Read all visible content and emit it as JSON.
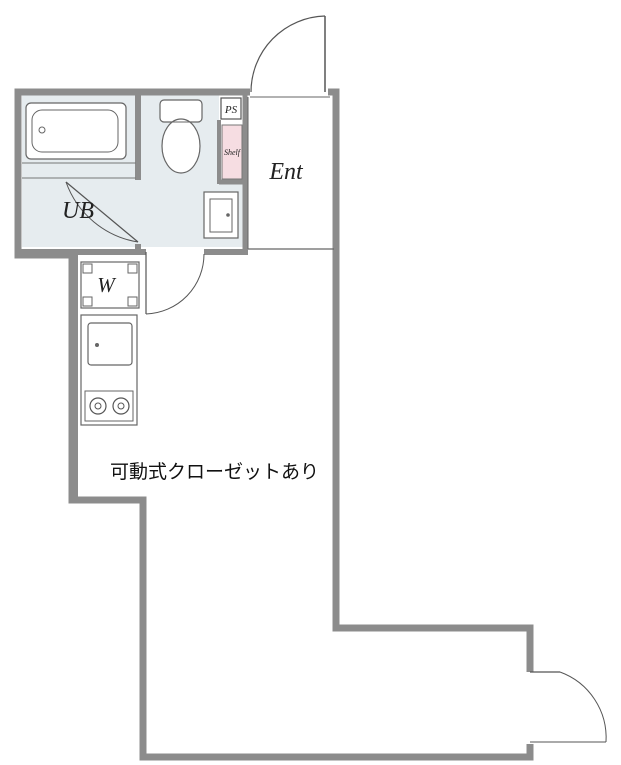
{
  "floor_plan": {
    "rooms": {
      "bath": {
        "label": "UB",
        "fill": "#e6ecef"
      },
      "toilet": {
        "fill": "#e6ecef"
      },
      "pipe_space": {
        "label": "PS"
      },
      "shelf": {
        "label": "Shelf",
        "fill": "#f6dde2"
      },
      "entrance": {
        "label": "Ent"
      },
      "washer": {
        "label": "W"
      },
      "main_room": {
        "note": "可動式クローゼットあり"
      }
    },
    "colors": {
      "wall": "#8c8c8c",
      "line": "#555555",
      "background": "#ffffff"
    }
  }
}
